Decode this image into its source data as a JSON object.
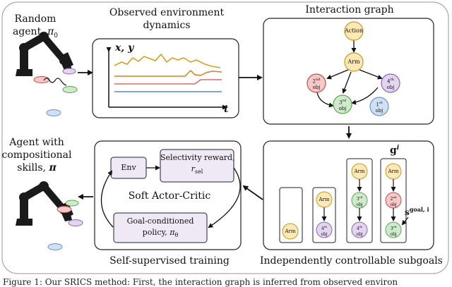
{
  "top_left": {
    "line1": "Random",
    "line2": "agent,",
    "symbol": "π",
    "subscript": "0"
  },
  "bottom_left": {
    "line1": "Agent with",
    "line2": "compositional",
    "line3": "skills,",
    "symbol": "π"
  },
  "env_dynamics": {
    "title_line1": "Observed environment",
    "title_line2": "dynamics",
    "xy_label": "x, y",
    "t_label": "t"
  },
  "interaction_graph": {
    "title": "Interaction graph",
    "nodes": {
      "action": "Action",
      "arm": "Arm",
      "obj2_num": "2",
      "obj2_sup": "nd",
      "obj3_num": "3",
      "obj3_sup": "rd",
      "obj4_num": "4",
      "obj4_sup": "th",
      "obj1_num": "1",
      "obj1_sup": "st",
      "obj_word": "obj"
    }
  },
  "training": {
    "env": "Env",
    "reward_line1": "Selectivity reward,",
    "reward_symbol": "r",
    "reward_sub": "sel",
    "sac": "Soft Actor-Critic",
    "policy_line1": "Goal-conditioned",
    "policy_line2": "policy,",
    "policy_symbol": "π",
    "policy_sub": "θ",
    "caption": "Self-supervised training"
  },
  "subgoals": {
    "caption": "Independently controllable subgoals",
    "g_label": "g",
    "g_sup": "i",
    "s_label": "s",
    "s_sup": "goal, i",
    "arm": "Arm",
    "obj3_num": "3",
    "obj3_sup": "rd",
    "obj4_num": "4",
    "obj4_sup": "th",
    "obj2_num": "2",
    "obj2_sup": "nd",
    "obj_word": "obj"
  },
  "figure_caption": "Figure 1: Our SRICS method: First, the interaction graph is inferred from observed environ",
  "colors": {
    "arm_fill": "#fde9b8",
    "arm_stroke": "#c99a1b",
    "action_fill": "#fde9b8",
    "red_fill": "#f7c8c8",
    "red_stroke": "#c0504d",
    "green_fill": "#cfeacb",
    "green_stroke": "#5aa84e",
    "purple_fill": "#e3d4f0",
    "purple_stroke": "#8d66b5",
    "blue_fill": "#cfe0f5",
    "blue_stroke": "#6c93c9",
    "box_fill": "#efe9f6",
    "line_gold": "#d6a21e",
    "line_orange": "#e07b22",
    "line_red": "#e06666",
    "line_blue": "#5a86c9"
  }
}
